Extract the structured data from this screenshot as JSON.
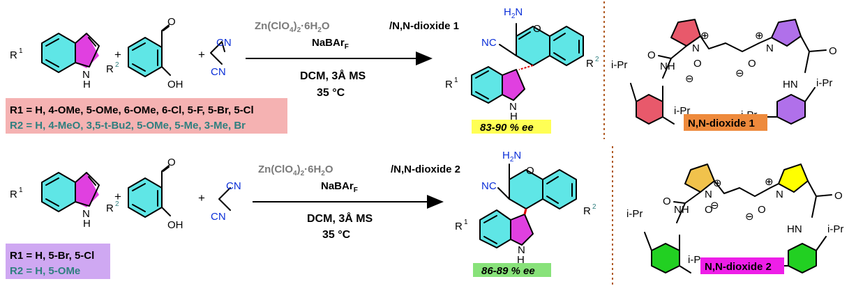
{
  "reaction1": {
    "catalyst_metal": "Zn(ClO",
    "catalyst_rest": "·6H",
    "catalyst_ligand": "/N,N-dioxide 1",
    "additive": "NaBAr",
    "solvent": "DCM, 3Å MS",
    "temperature": "35 °C",
    "r1_scope": "R1 = H, 4-OMe, 5-OMe, 6-OMe, 6-Cl, 5-F, 5-Br, 5-Cl",
    "r2_scope": "R2 = H, 4-MeO, 3,5-t-Bu2, 5-OMe, 5-Me, 3-Me, Br",
    "ee": "83-90 % ee",
    "ligand_name": "N,N-dioxide 1"
  },
  "reaction2": {
    "catalyst_metal": "Zn(ClO",
    "catalyst_rest": "·6H",
    "catalyst_ligand": "/N,N-dioxide 2",
    "additive": "NaBAr",
    "solvent": "DCM, 3Å MS",
    "temperature": "35 °C",
    "r1_scope": "R1 = H, 5-Br, 5-Cl",
    "r2_scope": "R2 = H, 5-OMe",
    "ee": "86-89 % ee",
    "ligand_name": "N,N-dioxide 2"
  },
  "labels": {
    "plus": "+",
    "r1": "R",
    "r2": "R",
    "nh": "N",
    "h": "H",
    "o": "O",
    "oh": "OH",
    "cn": "CN",
    "nc": "NC",
    "h2n": "H",
    "ipr": "i-Pr",
    "n_atom": "N",
    "minus": "⊖",
    "plus_circ": "⊕"
  },
  "colors": {
    "indole_pink": "#e040e0",
    "indole_cyan": "#5fe6e6",
    "product_red": "#e00000",
    "blue_text": "#0b2fd8",
    "box_r1_pink": "#f5b2b2",
    "box_lavender": "#cfa8f2",
    "ee_yellow": "#ffff55",
    "ee_green": "#88e27a",
    "lig1_orange": "#ee8a3c",
    "lig2_magenta": "#ee1ee8",
    "ring_pink": "#e8596b",
    "ring_purple": "#b070ea",
    "ring_gold": "#f1c24c",
    "ring_yellow": "#ffff00",
    "ring_green": "#22d022"
  }
}
